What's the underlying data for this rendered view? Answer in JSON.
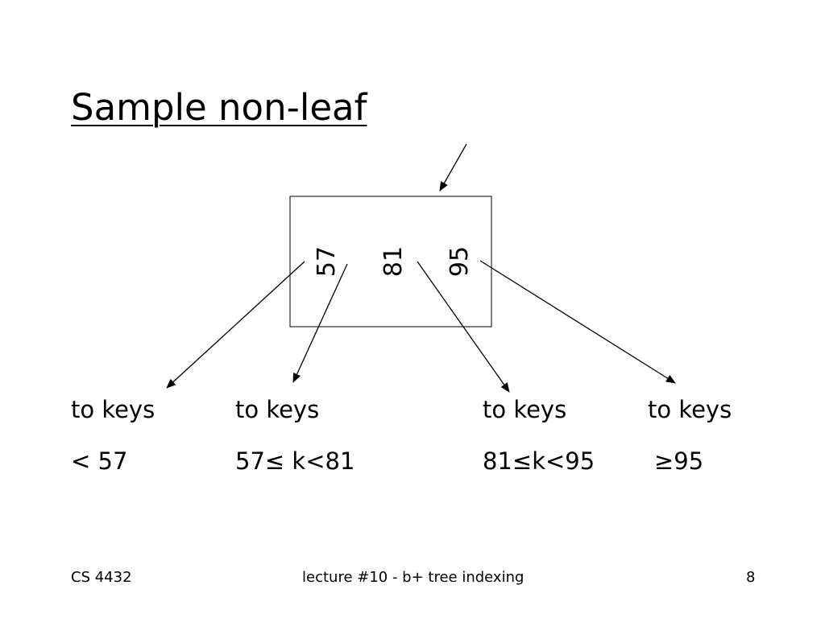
{
  "slide": {
    "title": "Sample non-leaf",
    "node_keys": [
      "57",
      "81",
      "95"
    ],
    "labels": [
      {
        "line1": "to keys",
        "line2": "< 57"
      },
      {
        "line1": "to keys",
        "line2": "57≤ k<81"
      },
      {
        "line1": "to keys",
        "line2": "81≤k<95"
      },
      {
        "line1": "to keys",
        "line2": "≥95"
      }
    ]
  },
  "footer": {
    "course": "CS 4432",
    "lecture": "lecture #10 -  b+ tree indexing",
    "page": "8"
  }
}
